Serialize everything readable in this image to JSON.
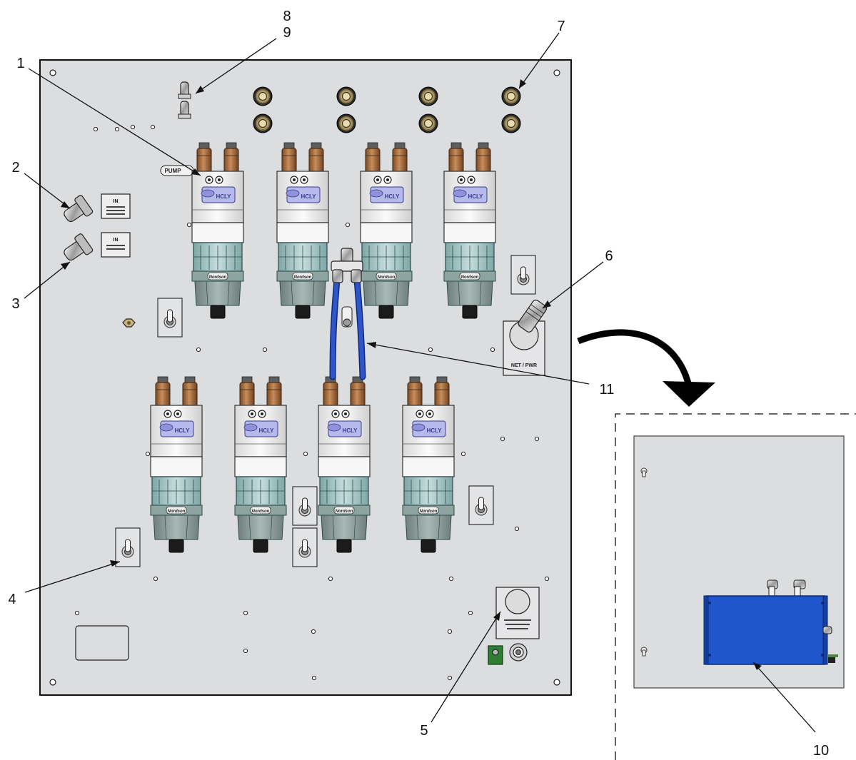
{
  "callouts": {
    "c1": "1",
    "c2": "2",
    "c3": "3",
    "c4": "4",
    "c5": "5",
    "c6": "6",
    "c7": "7",
    "c8": "8",
    "c9": "9",
    "c10": "10",
    "c11": "11"
  },
  "panel_labels": {
    "pump_tag": "PUMP",
    "net_pwr": "NET / PWR",
    "air_in_1": "IN",
    "air_in_2": "IN"
  },
  "module_labels": {
    "brand": "HCLY",
    "base_badge": "Nordson"
  },
  "colors": {
    "panel_fill": "#dcdddf",
    "module_white": "#f3f3f3",
    "module_teal": "#a9c7c6",
    "module_window": "#b6b9ec",
    "fitting_bronze": "#b27a4c",
    "tube_blue": "#2f55c9",
    "box_blue": "#1f56cc",
    "ground_green": "#2e7d32"
  }
}
